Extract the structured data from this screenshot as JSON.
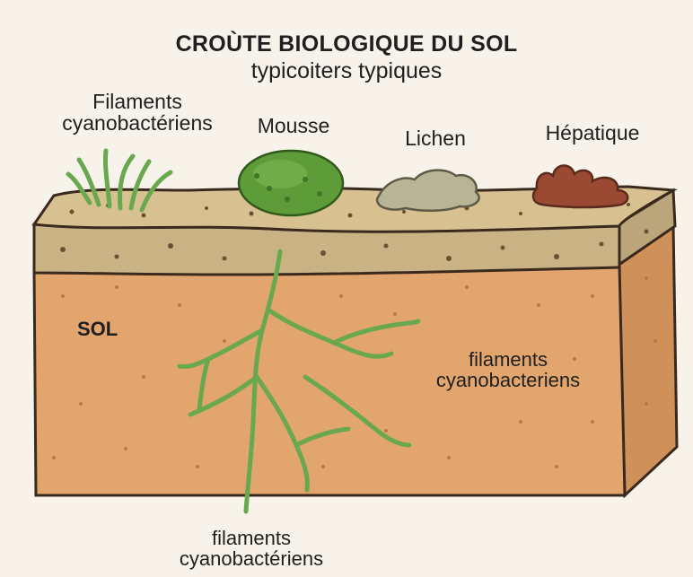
{
  "title": "CROÙTE BIOLOGIQUE DU SOL",
  "subtitle": "typicoiters typiques",
  "labels": {
    "filaments_top_line1": "Filaments",
    "filaments_top_line2": "cyanobactériens",
    "mousse": "Mousse",
    "lichen": "Lichen",
    "hepatique": "Hépatique",
    "sol": "SOL",
    "filaments_right_line1": "filaments",
    "filaments_right_line2": "cyanobacteriens",
    "filaments_bottom_line1": "filaments",
    "filaments_bottom_line2": "cyanobactériens"
  },
  "colors": {
    "background": "#f7f3ea",
    "soil": "#e2a56d",
    "soil_side": "#d0905a",
    "crust_top": "#d8c191",
    "crust_band": "#c9b283",
    "filament_green": "#6aa84f",
    "moss_green": "#5e9c3a",
    "lichen_grey": "#b8b597",
    "liverwort_brown": "#9a4a32",
    "outline": "#3a2a1e"
  }
}
